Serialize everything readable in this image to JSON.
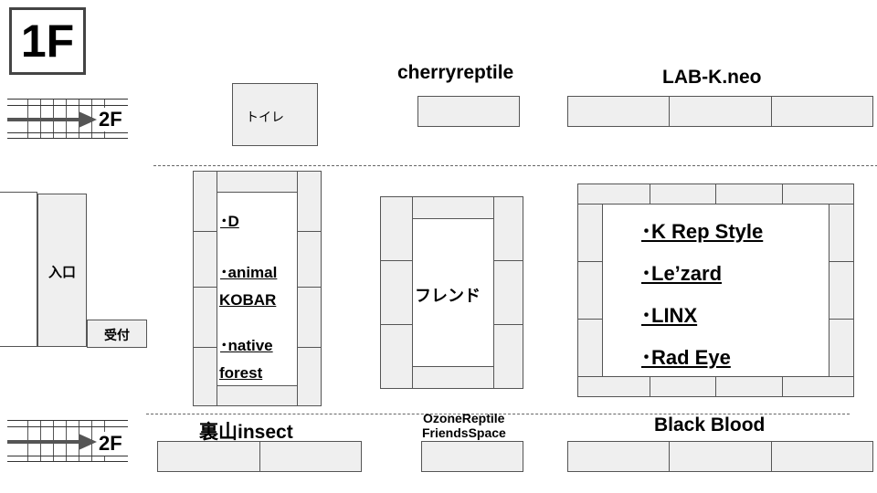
{
  "floor": {
    "label": "1F"
  },
  "stairs": [
    {
      "label": "2F"
    },
    {
      "label": "2F"
    }
  ],
  "entrance": {
    "label": "入口"
  },
  "reception": {
    "label": "受付"
  },
  "toilet": {
    "label": "トイレ"
  },
  "friend_area": {
    "label": "フレンド"
  },
  "top_booths": {
    "cherryreptile": "cherryreptile",
    "lab_k": "LAB-K.neo"
  },
  "bottom_booths": {
    "urayama": "裏山insect",
    "ozone_line1": "OzoneReptile",
    "ozone_line2": "FriendsSpace",
    "black_blood": "Black Blood"
  },
  "island_left": {
    "items": [
      "･D",
      "･animal",
      "KOBAR",
      "･native",
      "forest"
    ]
  },
  "island_right": {
    "items": [
      "･K Rep Style",
      "･Le’zard",
      "･LINX",
      "･Rad Eye"
    ]
  },
  "colors": {
    "booth_fill": "#efefef",
    "border": "#555555",
    "arrow": "#555555"
  }
}
